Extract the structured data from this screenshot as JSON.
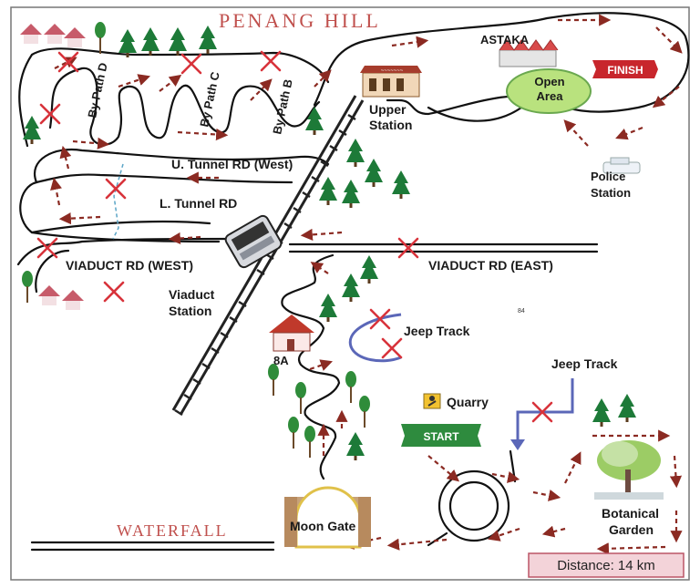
{
  "title": "PENANG HILL",
  "labels": {
    "astaka": "ASTAKA",
    "open_area": [
      "Open",
      "Area"
    ],
    "finish": "FINISH",
    "upper_station": [
      "Upper",
      "Station"
    ],
    "police_station": [
      "Police",
      "Station"
    ],
    "upper_station_sign": "~~~~~~~",
    "by_path_d": "By Path D",
    "by_path_c": "By Path C",
    "by_path_b": "By Path B",
    "u_tunnel": "U. Tunnel RD (West)",
    "l_tunnel": "L. Tunnel RD",
    "viaduct_west": "VIADUCT RD (WEST)",
    "viaduct_east": "VIADUCT RD (EAST)",
    "viaduct_station": [
      "Viaduct",
      "Station"
    ],
    "small_number": "84",
    "jeep_track_1": "Jeep Track",
    "jeep_track_2": "Jeep Track",
    "house_8a": "8A",
    "quarry": "Quarry",
    "start": "START",
    "botanical_garden": [
      "Botanical",
      "Garden"
    ],
    "waterfall": "WATERFALL",
    "moon_gate": "Moon Gate",
    "distance": "Distance: 14 km"
  },
  "colors": {
    "title": "#c0504d",
    "arrows": "#8b2a22",
    "x_marks": "#d8333b",
    "jeep_track": "#5b67b8",
    "start_banner": "#2e8b3e",
    "finish_banner": "#c8262c",
    "open_area": "#b9e27e",
    "distance_box": "#f3d3d9",
    "tree": "#1d7a38"
  }
}
